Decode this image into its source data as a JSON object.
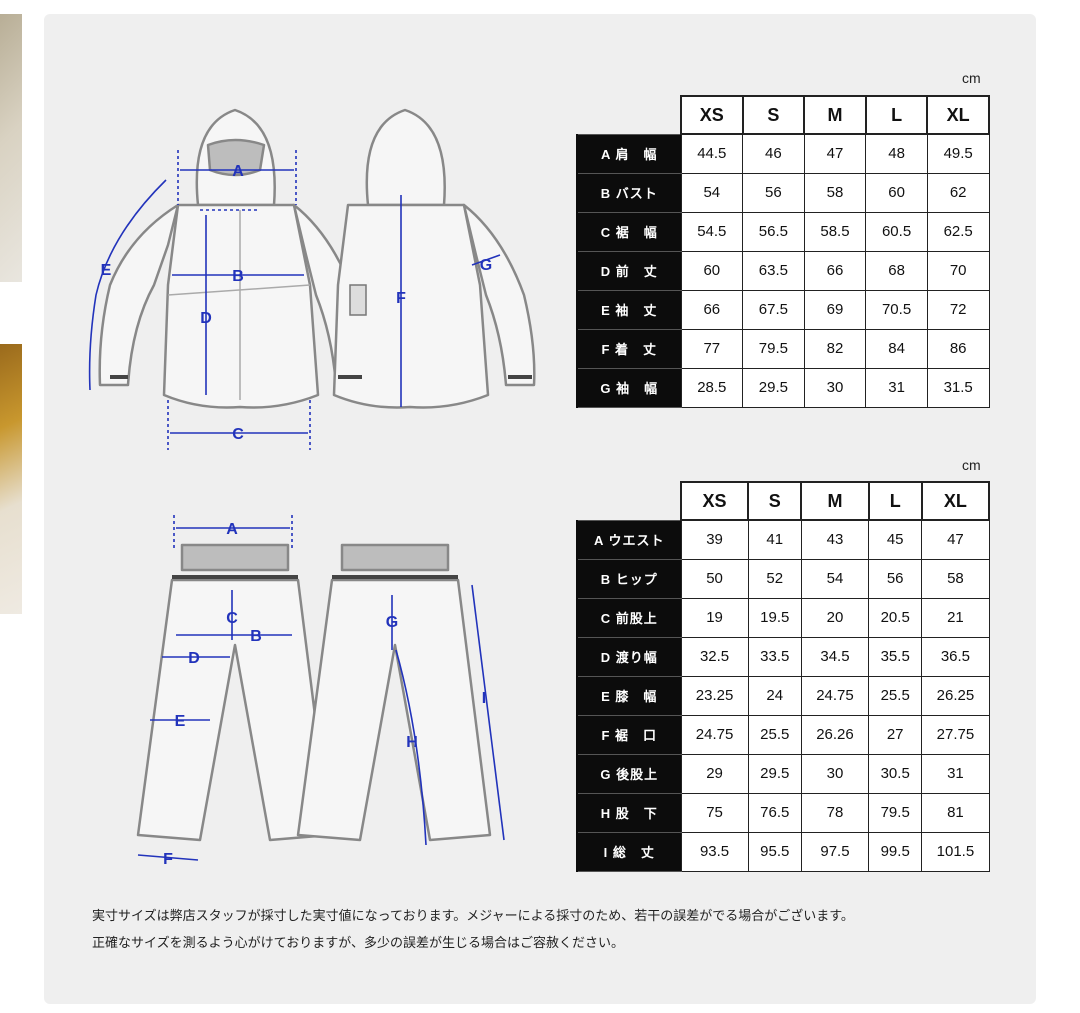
{
  "jacket_table": {
    "unit": "cm",
    "sizes": [
      "XS",
      "S",
      "M",
      "L",
      "XL"
    ],
    "rows": [
      {
        "label": "A 肩　幅",
        "values": [
          "44.5",
          "46",
          "47",
          "48",
          "49.5"
        ]
      },
      {
        "label": "B バスト",
        "values": [
          "54",
          "56",
          "58",
          "60",
          "62"
        ]
      },
      {
        "label": "C 裾　幅",
        "values": [
          "54.5",
          "56.5",
          "58.5",
          "60.5",
          "62.5"
        ]
      },
      {
        "label": "D 前　丈",
        "values": [
          "60",
          "63.5",
          "66",
          "68",
          "70"
        ]
      },
      {
        "label": "E 袖　丈",
        "values": [
          "66",
          "67.5",
          "69",
          "70.5",
          "72"
        ]
      },
      {
        "label": "F 着　丈",
        "values": [
          "77",
          "79.5",
          "82",
          "84",
          "86"
        ]
      },
      {
        "label": "G 袖　幅",
        "values": [
          "28.5",
          "29.5",
          "30",
          "31",
          "31.5"
        ]
      }
    ]
  },
  "pants_table": {
    "unit": "cm",
    "sizes": [
      "XS",
      "S",
      "M",
      "L",
      "XL"
    ],
    "rows": [
      {
        "label": "A ウエスト",
        "values": [
          "39",
          "41",
          "43",
          "45",
          "47"
        ]
      },
      {
        "label": "B ヒップ",
        "values": [
          "50",
          "52",
          "54",
          "56",
          "58"
        ]
      },
      {
        "label": "C 前股上",
        "values": [
          "19",
          "19.5",
          "20",
          "20.5",
          "21"
        ]
      },
      {
        "label": "D 渡り幅",
        "values": [
          "32.5",
          "33.5",
          "34.5",
          "35.5",
          "36.5"
        ]
      },
      {
        "label": "E 膝　幅",
        "values": [
          "23.25",
          "24",
          "24.75",
          "25.5",
          "26.25"
        ]
      },
      {
        "label": "F 裾　口",
        "values": [
          "24.75",
          "25.5",
          "26.26",
          "27",
          "27.75"
        ]
      },
      {
        "label": "G 後股上",
        "values": [
          "29",
          "29.5",
          "30",
          "30.5",
          "31"
        ]
      },
      {
        "label": "H 股　下",
        "values": [
          "75",
          "76.5",
          "78",
          "79.5",
          "81"
        ]
      },
      {
        "label": "I 総　丈",
        "values": [
          "93.5",
          "95.5",
          "97.5",
          "99.5",
          "101.5"
        ]
      }
    ]
  },
  "jacket_letters": {
    "a": "A",
    "b": "B",
    "c": "C",
    "d": "D",
    "e": "E",
    "f": "F",
    "g": "G"
  },
  "pants_letters": {
    "a": "A",
    "b": "B",
    "c": "C",
    "d": "D",
    "e": "E",
    "f": "F",
    "g": "G",
    "h": "H",
    "i": "I"
  },
  "notes": {
    "line1": "実寸サイズは弊店スタッフが採寸した実寸値になっております。メジャーによる採寸のため、若干の誤差がでる場合がございます。",
    "line2": "正確なサイズを測るよう心がけておりますが、多少の誤差が生じる場合はご容赦ください。"
  },
  "colors": {
    "measure_blue": "#2233bb",
    "label_bg": "#0c0c0c",
    "panel_bg": "#efefef"
  }
}
